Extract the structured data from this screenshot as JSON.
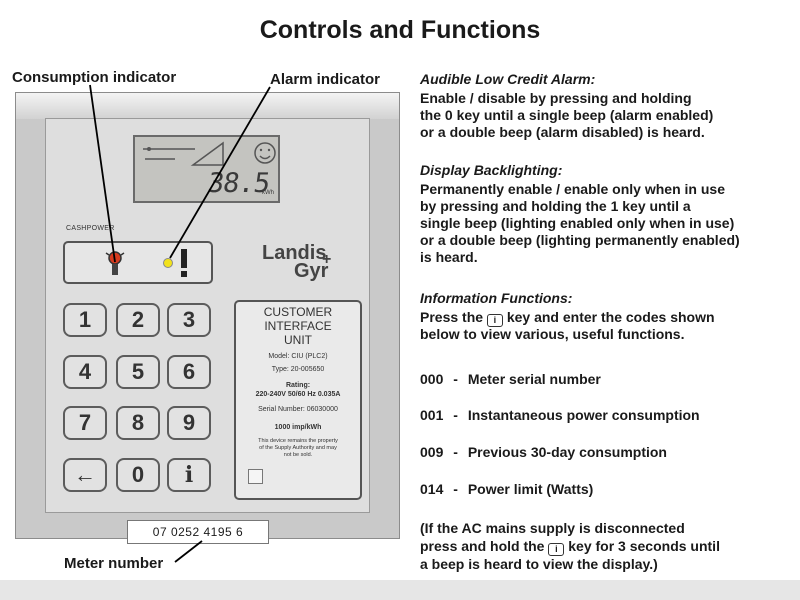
{
  "title": "Controls and Functions",
  "callouts": {
    "consumption": "Consumption indicator",
    "alarm": "Alarm indicator",
    "meter_number": "Meter number"
  },
  "meter": {
    "lcd_reading": "38.5",
    "lcd_unit": "kWh",
    "face_label": "CASHPOWER",
    "brand_line1": "Landis",
    "brand_line2": "Gyr",
    "brand_plus": "+",
    "keys": [
      "1",
      "2",
      "3",
      "4",
      "5",
      "6",
      "7",
      "8",
      "9",
      "←",
      "0",
      "i"
    ],
    "card": {
      "title": [
        "CUSTOMER",
        "INTERFACE",
        "UNIT"
      ],
      "model": "Model: CIU (PLC2)",
      "type": "Type:  20-005650",
      "rating_label": "Rating:",
      "rating_value": "220-240V  50/60 Hz  0.035A",
      "serial": "Serial Number: 06030000",
      "imp": "1000 imp/kWh",
      "disclaimer_1": "This device remains the property",
      "disclaimer_2": "of the Supply Authority and may",
      "disclaimer_3": "not be sold."
    },
    "serial_number": "07 0252 4195 6"
  },
  "sections": {
    "alarm_heading": "Audible Low Credit Alarm:",
    "alarm_lines": [
      "Enable / disable by pressing and holding",
      "the 0 key until a single beep (alarm enabled)",
      "or a double beep (alarm disabled) is heard."
    ],
    "backlight_heading": "Display Backlighting:",
    "backlight_lines": [
      "Permanently enable / enable only when in use",
      "by pressing and holding the 1 key until a",
      "single beep (lighting enabled only when in use)",
      "or a double beep (lighting permanently enabled)",
      "is heard."
    ],
    "info_heading": "Information Functions:",
    "info_line1_pre": "Press the",
    "info_line1_post": "key and enter the codes shown",
    "info_line2": "below to view various, useful functions.",
    "info_key_glyph": "i",
    "codes": [
      {
        "code": "000",
        "desc": "Meter serial number"
      },
      {
        "code": "001",
        "desc": "Instantaneous power consumption"
      },
      {
        "code": "009",
        "desc": "Previous 30-day consumption"
      },
      {
        "code": "014",
        "desc": "Power limit (Watts)"
      }
    ],
    "code_separator": "-",
    "note_line1": "(If the AC mains supply is disconnected",
    "note_line2_pre": "press and hold the",
    "note_line2_post": "key for 3 seconds until",
    "note_line3": "a beep is heard to view the display.)"
  }
}
